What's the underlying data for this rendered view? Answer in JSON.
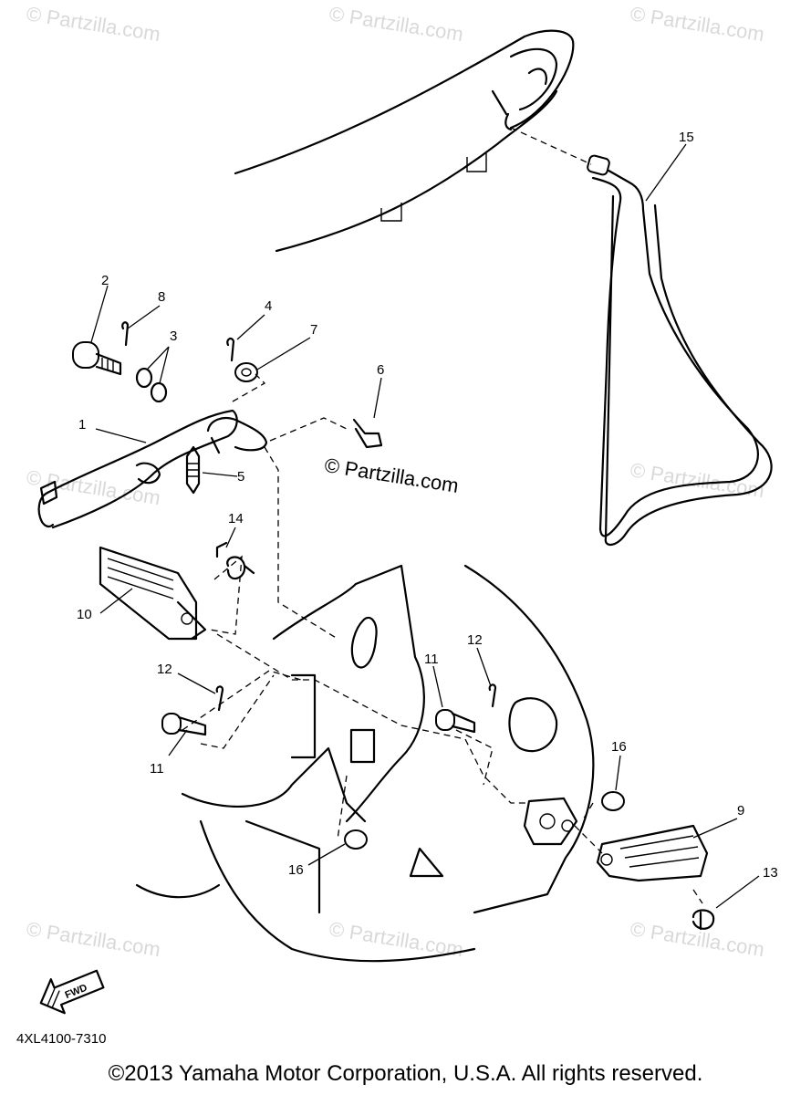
{
  "watermark_text": "© Partzilla.com",
  "center_watermark": "© Partzilla.com",
  "callouts": [
    "1",
    "2",
    "3",
    "4",
    "5",
    "6",
    "7",
    "8",
    "9",
    "10",
    "11",
    "12",
    "13",
    "14",
    "15",
    "16"
  ],
  "extra_callouts": {
    "eleven_b": "11",
    "twelve_b": "12",
    "sixteen_b": "16"
  },
  "fwd_label": "FWD",
  "diagram_code": "4XL4100-7310",
  "copyright": "©2013 Yamaha Motor Corporation, U.S.A. All rights reserved."
}
